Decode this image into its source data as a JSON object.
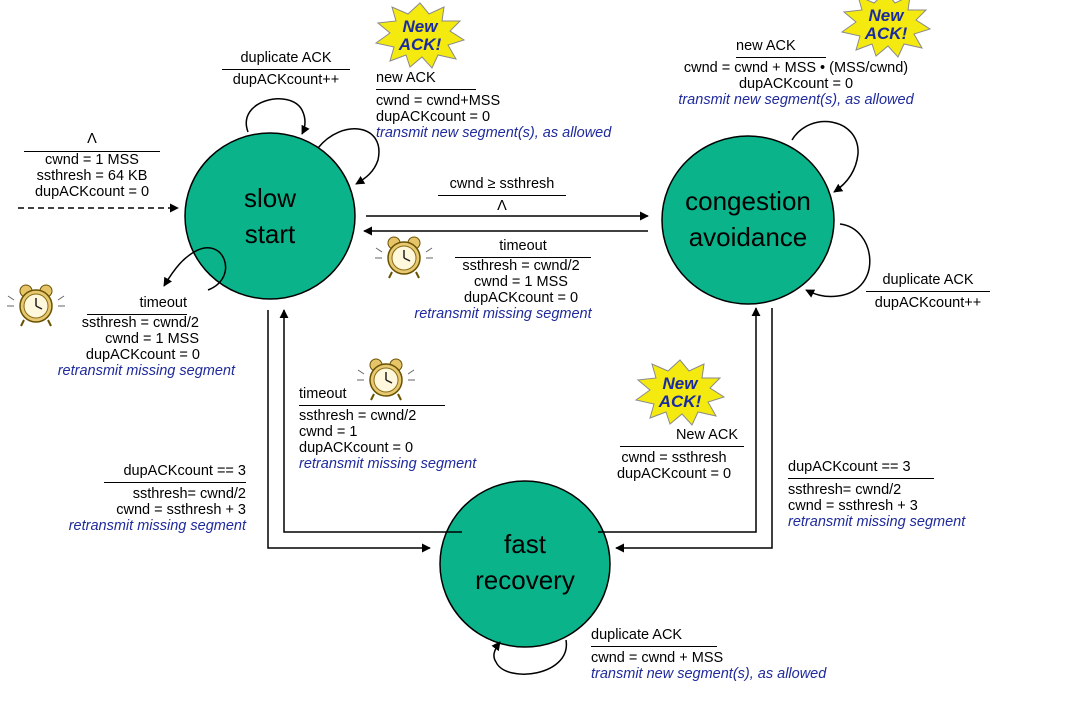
{
  "states": {
    "slow_start": [
      "slow",
      "start"
    ],
    "congestion_avoidance": [
      "congestion",
      "avoidance"
    ],
    "fast_recovery": [
      "fast",
      "recovery"
    ]
  },
  "badges": [
    "New",
    "ACK!"
  ],
  "colors": {
    "state_fill": "#0ab38a",
    "action_text": "#1f2a9c",
    "badge_fill": "#f5ea10"
  },
  "icons": [
    "alarm-clock-icon",
    "new-ack-burst-icon"
  ],
  "transitions": {
    "init": {
      "event": "Λ",
      "actions": [
        "cwnd = 1 MSS",
        "ssthresh = 64 KB",
        "dupACKcount = 0"
      ]
    },
    "ss_dup": {
      "event": "duplicate ACK",
      "action": "dupACKcount++"
    },
    "ss_new": {
      "event": "new ACK",
      "actions": [
        "cwnd = cwnd+MSS",
        "dupACKcount = 0"
      ],
      "italic": "transmit new segment(s), as allowed"
    },
    "ss_timeout": {
      "event": "timeout",
      "actions": [
        "ssthresh = cwnd/2",
        "cwnd = 1 MSS",
        "dupACKcount = 0"
      ],
      "italic": "retransmit missing segment"
    },
    "ss_to_ca": {
      "event": "cwnd ≥ ssthresh",
      "action": "Λ"
    },
    "ca_timeout": {
      "event": "timeout",
      "actions": [
        "ssthresh = cwnd/2",
        "cwnd = 1 MSS",
        "dupACKcount = 0"
      ],
      "italic": "retransmit missing segment"
    },
    "ca_new": {
      "event": "new ACK",
      "actions": [
        "cwnd = cwnd + MSS • (MSS/cwnd)",
        "dupACKcount = 0"
      ],
      "italic": "transmit new segment(s), as allowed"
    },
    "ca_dup": {
      "event": "duplicate ACK",
      "action": "dupACKcount++"
    },
    "fr_timeout": {
      "event": "timeout",
      "actions": [
        "ssthresh = cwnd/2",
        "cwnd = 1",
        "dupACKcount = 0"
      ],
      "italic": "retransmit missing segment"
    },
    "ss_to_fr": {
      "event": "dupACKcount == 3",
      "actions": [
        "ssthresh= cwnd/2",
        "cwnd = ssthresh + 3"
      ],
      "italic": "retransmit missing segment"
    },
    "fr_new": {
      "event": "New ACK",
      "actions": [
        "cwnd = ssthresh",
        "dupACKcount = 0"
      ]
    },
    "ca_to_fr": {
      "event": "dupACKcount == 3",
      "actions": [
        "ssthresh= cwnd/2",
        "cwnd = ssthresh + 3"
      ],
      "italic": "retransmit missing segment"
    },
    "fr_dup": {
      "event": "duplicate ACK",
      "action": "cwnd = cwnd + MSS",
      "italic": "transmit new segment(s), as allowed"
    }
  }
}
